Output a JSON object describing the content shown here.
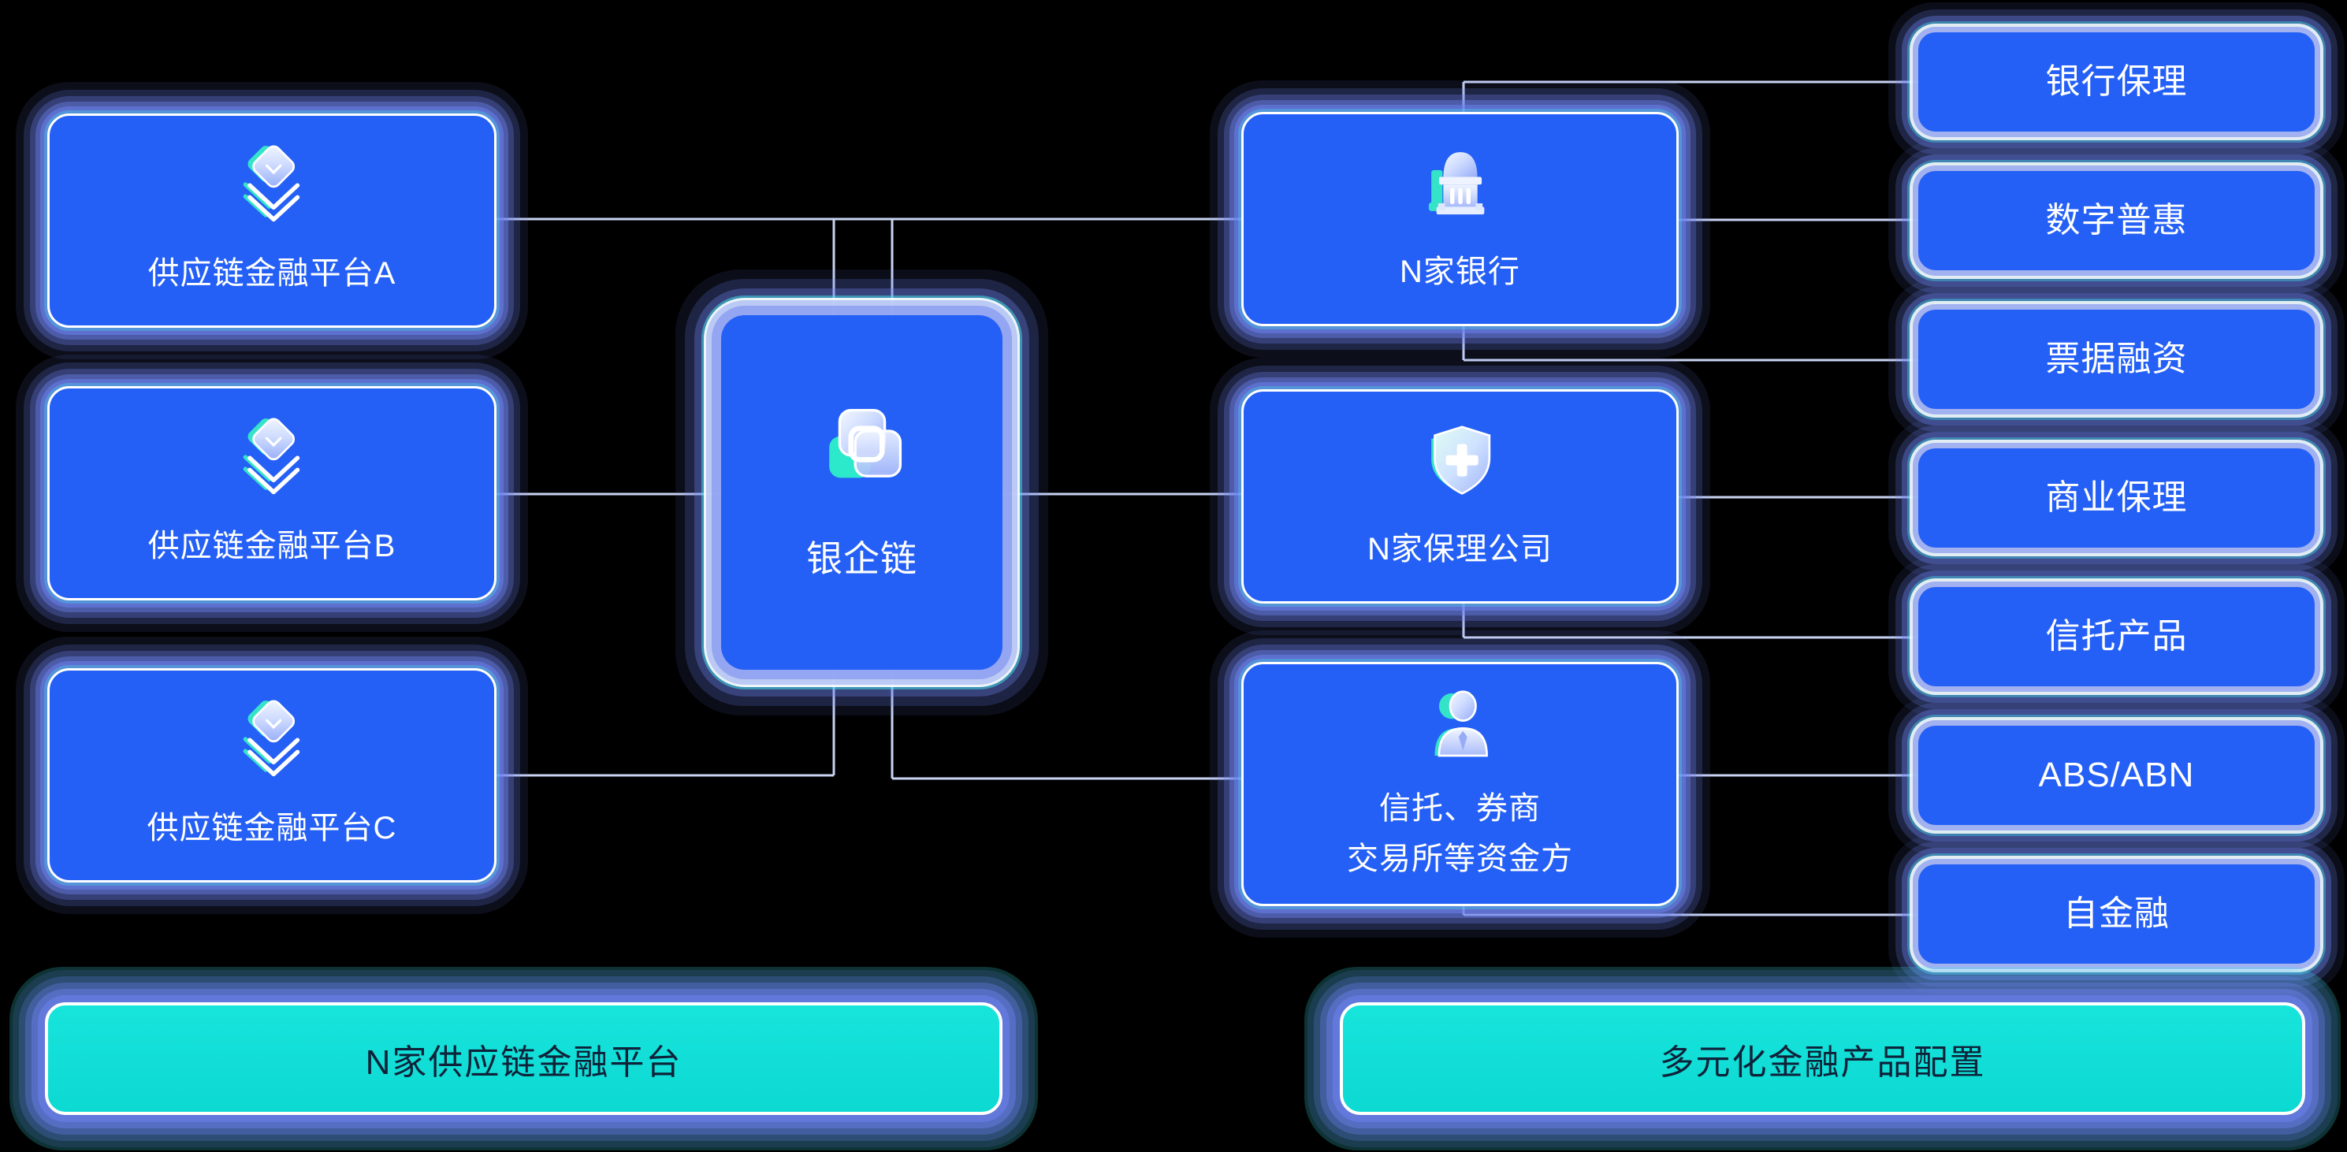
{
  "diagram": {
    "background": "#000000",
    "colors": {
      "node_blue": "#2560F6",
      "glow_periwinkle": "#6D82EE",
      "accent_cyan_outline": "#3FE7F0",
      "bar_cyan": "#10DFD8",
      "icon_teal": "#35E4C8",
      "connector_line": "#C9D4F2",
      "text_light": "#FFFFFF",
      "text_dark": "#0E2239"
    },
    "left_column": {
      "boxes": [
        {
          "label": "供应链金融平台A",
          "icon": "layers-icon"
        },
        {
          "label": "供应链金融平台B",
          "icon": "layers-icon"
        },
        {
          "label": "供应链金融平台C",
          "icon": "layers-icon"
        }
      ]
    },
    "center": {
      "label": "银企链",
      "icon": "overlap-squares-icon"
    },
    "middle_column": {
      "boxes": [
        {
          "label": "N家银行",
          "icon": "bank-icon"
        },
        {
          "label": "N家保理公司",
          "icon": "shield-plus-icon"
        },
        {
          "label": "信托、券商\n交易所等资金方",
          "icon": "person-icon"
        }
      ]
    },
    "right_column": {
      "boxes": [
        {
          "label": "银行保理"
        },
        {
          "label": "数字普惠"
        },
        {
          "label": "票据融资"
        },
        {
          "label": "商业保理"
        },
        {
          "label": "信托产品"
        },
        {
          "label": "ABS/ABN"
        },
        {
          "label": "自金融"
        }
      ]
    },
    "bottom_bars": [
      {
        "label": "N家供应链金融平台"
      },
      {
        "label": "多元化金融产品配置"
      }
    ]
  }
}
